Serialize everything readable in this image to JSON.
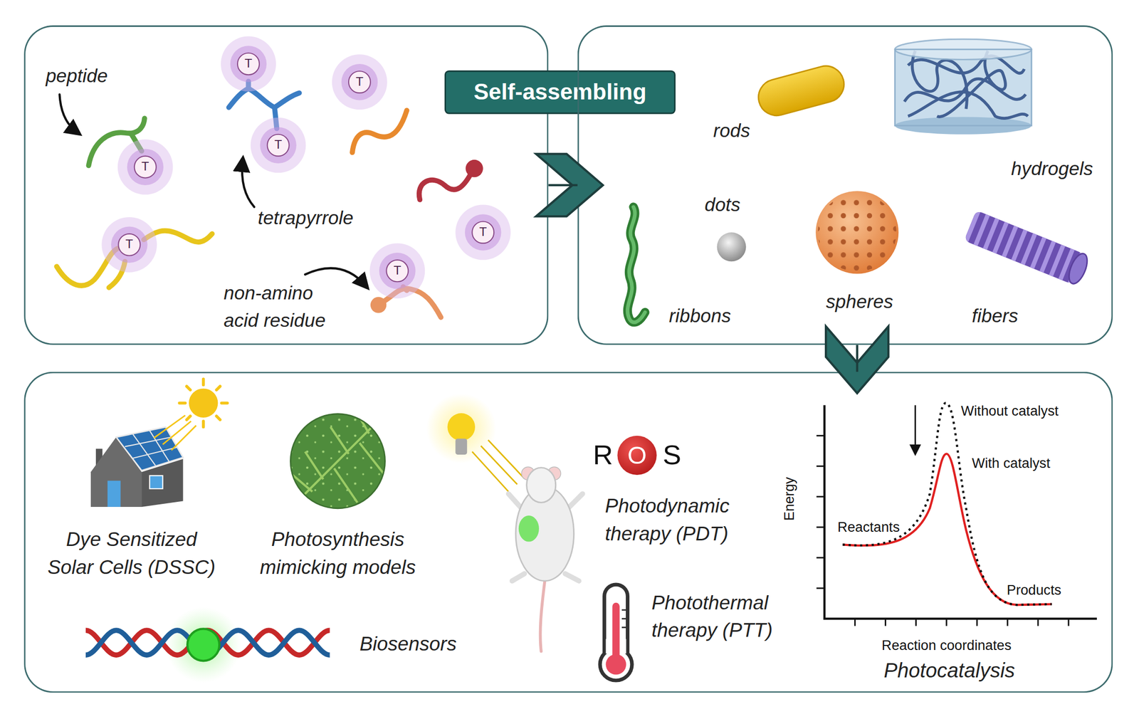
{
  "diagram": {
    "nodes": [
      {
        "text": [
          "peptide",
          "tetrapyrrole",
          "non-amino acid residue"
        ]
      },
      {
        "text": [
          "T"
        ],
        "in": 0
      },
      {
        "text": [
          "T"
        ],
        "in": 0
      },
      {
        "text": [
          "T"
        ],
        "in": 0
      },
      {
        "text": [
          "T"
        ],
        "in": 0
      },
      {
        "text": [
          "T"
        ],
        "in": 0
      },
      {
        "text": [
          "T"
        ],
        "in": 0
      },
      {
        "text": [
          "T"
        ],
        "in": 0
      },
      {
        "text": [
          "Self-assembling"
        ]
      },
      {
        "text": [
          "rods",
          "hydrogels",
          "dots",
          "spheres",
          "ribbons",
          "fibers"
        ]
      },
      {
        "text": [
          "Dye Sensitized Solar Cells (DSSC)",
          "Photosynthesis mimicking models",
          "Photodynamic therapy (PDT)",
          "Photothermal therapy (PTT)",
          "Biosensors",
          "Photocatalysis"
        ]
      },
      {
        "text": [
          "O"
        ],
        "in": 10
      }
    ],
    "edges": [
      {
        "from": 0,
        "to": 9,
        "arrow": "to"
      },
      {
        "from": 9,
        "to": 10,
        "arrow": "to"
      }
    ],
    "labels": [
      "R",
      "S",
      "Without catalyst",
      "With catalyst",
      "Reactants",
      "Products",
      "Energy",
      "Reaction coordinates"
    ]
  }
}
